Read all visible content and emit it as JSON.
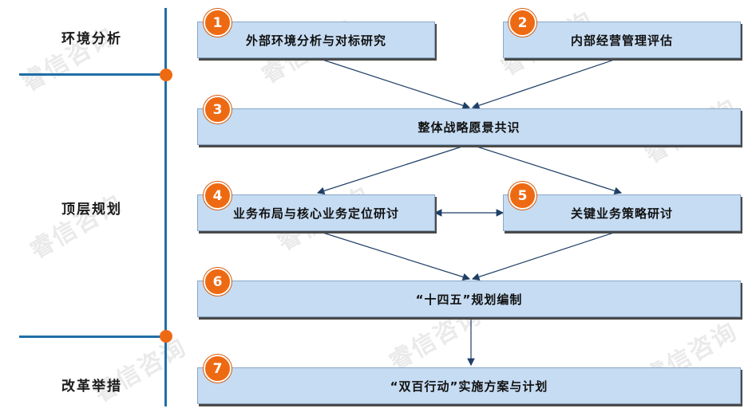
{
  "phases": {
    "p1": "环境分析",
    "p2": "顶层规划",
    "p3": "改革举措"
  },
  "steps": [
    {
      "num": "1",
      "label": "外部环境分析与对标研究"
    },
    {
      "num": "2",
      "label": "内部经营管理评估"
    },
    {
      "num": "3",
      "label": "整体战略愿景共识"
    },
    {
      "num": "4",
      "label": "业务布局与核心业务定位研讨"
    },
    {
      "num": "5",
      "label": "关键业务策略研讨"
    },
    {
      "num": "6",
      "label": "“十四五”规划编制"
    },
    {
      "num": "7",
      "label": "“双百行动”实施方案与计划"
    }
  ],
  "watermark": "睿信咨询",
  "colors": {
    "accent": "#ee6a12",
    "box": "#c6dcf3",
    "line": "#1f6fa8"
  }
}
